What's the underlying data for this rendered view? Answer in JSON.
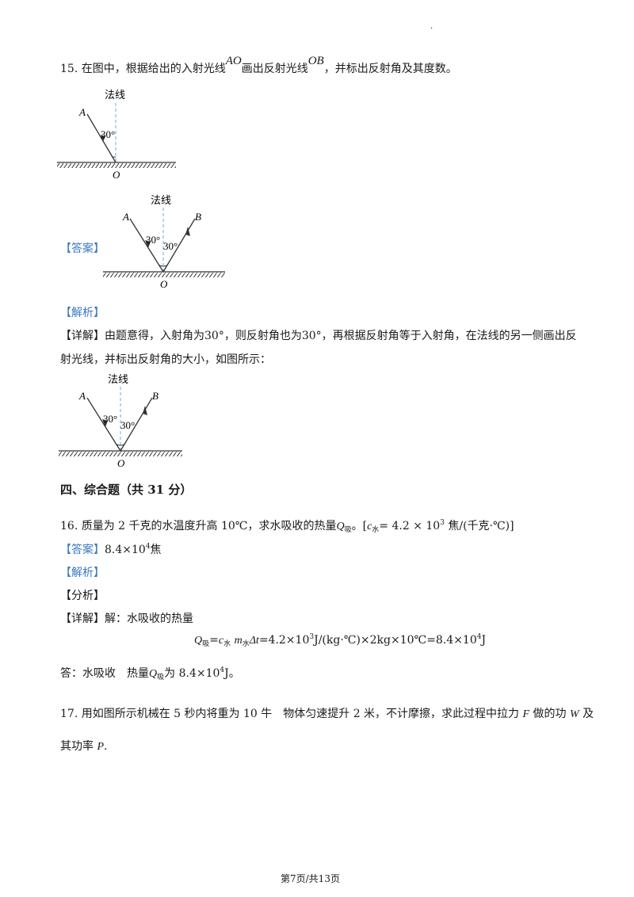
{
  "corner_mark": ".",
  "q15": {
    "number": "15.",
    "text_a": "在图中，根据给出的入射光线",
    "ray_in": "AO",
    "text_b": "画出反射光线",
    "ray_out": "OB",
    "text_c": "，并标出反射角及其度数。",
    "fig": {
      "normal_label": "法线",
      "label_a": "A",
      "label_o": "O",
      "angle": "30°"
    }
  },
  "ans15": {
    "tag": "【答案】",
    "fig": {
      "normal_label": "法线",
      "label_a": "A",
      "label_b": "B",
      "label_o": "O",
      "angle_in": "30°",
      "angle_out": "30°"
    }
  },
  "jiexi15": {
    "tag": "【解析】"
  },
  "detail15": {
    "tag": "【详解】",
    "line1": "由题意得，入射角为30°，则反射角也为30°，再根据反射角等于入射角，在法线的另一侧画出反",
    "line2": "射光线，并标出反射角的大小，如图所示：",
    "fig": {
      "normal_label": "法线",
      "label_a": "A",
      "label_b": "B",
      "label_o": "O",
      "angle_in": "30°",
      "angle_out": "30°"
    }
  },
  "section4": {
    "title": "四、综合题（共 31 分）"
  },
  "q16": {
    "number": "16.",
    "text_a": "质量为 2 千克的水温度升高 10℃，求水吸收的热量",
    "q": "Q",
    "q_sub": "吸",
    "text_b": "。[",
    "c": "c",
    "c_sub": "水",
    "text_c": "= 4.2 × 10",
    "c_exp": "3",
    "text_d": " 焦/(千克·℃)]"
  },
  "ans16": {
    "tag": "【答案】",
    "value": "8.4×10",
    "exp": "4",
    "unit": "焦"
  },
  "jiexi16": {
    "tag": "【解析】"
  },
  "fenxi16": {
    "label": "【分析】"
  },
  "detail16": {
    "tag": "【详解】",
    "text": "解：水吸收的热量",
    "f_q": "Q",
    "f_q_sub": "吸",
    "f_eq1": "=",
    "f_c": "c",
    "f_c_sub": "水",
    "f_m": "m",
    "f_m_sub": "水",
    "f_dt": "Δt",
    "f_rest1": "=4.2×10",
    "f_exp1": "3",
    "f_rest2": "J/(kg·℃)×2kg×10℃=8.4×10",
    "f_exp2": "4",
    "f_rest3": "J"
  },
  "conclusion16": {
    "text_a": "答：水吸收　热量",
    "q": "Q",
    "q_sub": "吸",
    "text_b": "为 8.4×10",
    "exp": "4",
    "text_c": "J。"
  },
  "q17": {
    "number": "17.",
    "line1": "用如图所示机械在 5 秒内将重为 10 牛　物体匀速提升 2 米，不计摩擦，求此过程中拉力",
    "f": "F",
    "line1_b": "做的功",
    "w": "W",
    "line1_c": "及",
    "line2": "其功率",
    "p": "P",
    "line2_end": "."
  },
  "footer": {
    "page": "第7页/共13页"
  },
  "colors": {
    "tag": "#3a78c2",
    "normal": "#6fa8dc",
    "ray": "#333333"
  }
}
